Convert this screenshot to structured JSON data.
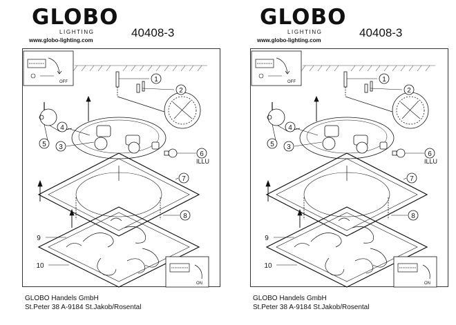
{
  "sheets": [
    {
      "brand": "GLOBO",
      "brand_sub": "LIGHTING",
      "model": "40408-3",
      "url": "www.globo-lighting.com",
      "company": "GLOBO Handels GmbH",
      "address": "St.Peter 38 A-9184 St.Jakob/Rosental",
      "label_off": "OFF",
      "label_on": "ON",
      "label_illu": "ILLU",
      "callouts": [
        "1",
        "2",
        "3",
        "4",
        "5",
        "6",
        "7",
        "8",
        "9",
        "10"
      ]
    },
    {
      "brand": "GLOBO",
      "brand_sub": "LIGHTING",
      "model": "40408-3",
      "url": "www.globo-lighting.com",
      "company": "GLOBO Handels GmbH",
      "address": "St.Peter 38 A-9184 St.Jakob/Rosental",
      "label_off": "OFF",
      "label_on": "ON",
      "label_illu": "ILLU",
      "callouts": [
        "1",
        "2",
        "3",
        "4",
        "5",
        "6",
        "7",
        "8",
        "9",
        "10"
      ]
    }
  ],
  "colors": {
    "ink": "#111111",
    "frame": "#333333",
    "hatch": "#555555"
  },
  "icons": [
    "power-switch-off-icon",
    "power-switch-on-icon",
    "screw-icon",
    "bulb-icon",
    "arrow-up-icon"
  ]
}
